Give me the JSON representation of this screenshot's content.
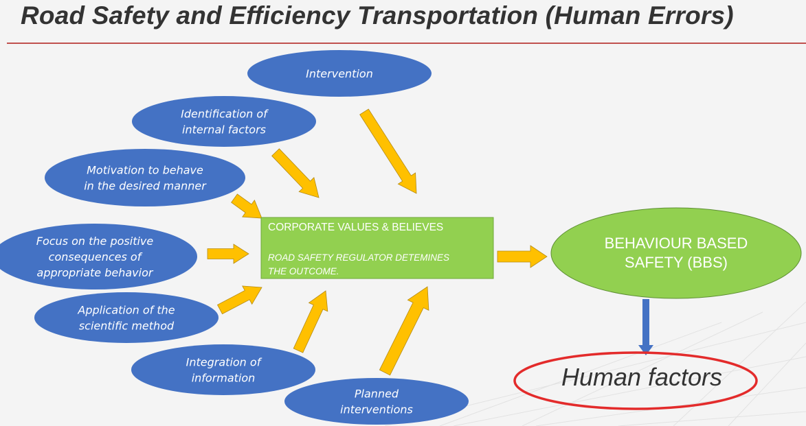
{
  "title": "Road Safety and Efficiency Transportation (Human Errors)",
  "colors": {
    "oval_fill": "#4472c4",
    "oval_text": "#ffffff",
    "box_fill": "#92d050",
    "bbs_fill": "#92d050",
    "arrow_fill": "#ffc000",
    "down_arrow_fill": "#4472c4",
    "rule": "#c0504d",
    "human_factors_ring": "#e32b2b",
    "text_dark": "#333333"
  },
  "ovals": {
    "intervention": [
      "Intervention"
    ],
    "identification": [
      "Identification of",
      "internal factors"
    ],
    "motivation": [
      "Motivation to behave",
      "in the desired manner"
    ],
    "focus": [
      "Focus on the positive",
      "consequences of",
      "appropriate behavior"
    ],
    "application": [
      "Application of the",
      "scientific method"
    ],
    "integration": [
      "Integration of",
      "information"
    ],
    "planned": [
      "Planned",
      "interventions"
    ]
  },
  "center_box": {
    "heading": "CORPORATE VALUES & BELIEVES",
    "body": [
      "ROAD SAFETY REGULATOR DETEMINES",
      "THE OUTCOME."
    ]
  },
  "bbs": [
    "BEHAVIOUR BASED",
    "SAFETY (BBS)"
  ],
  "human_factors": "Human factors"
}
